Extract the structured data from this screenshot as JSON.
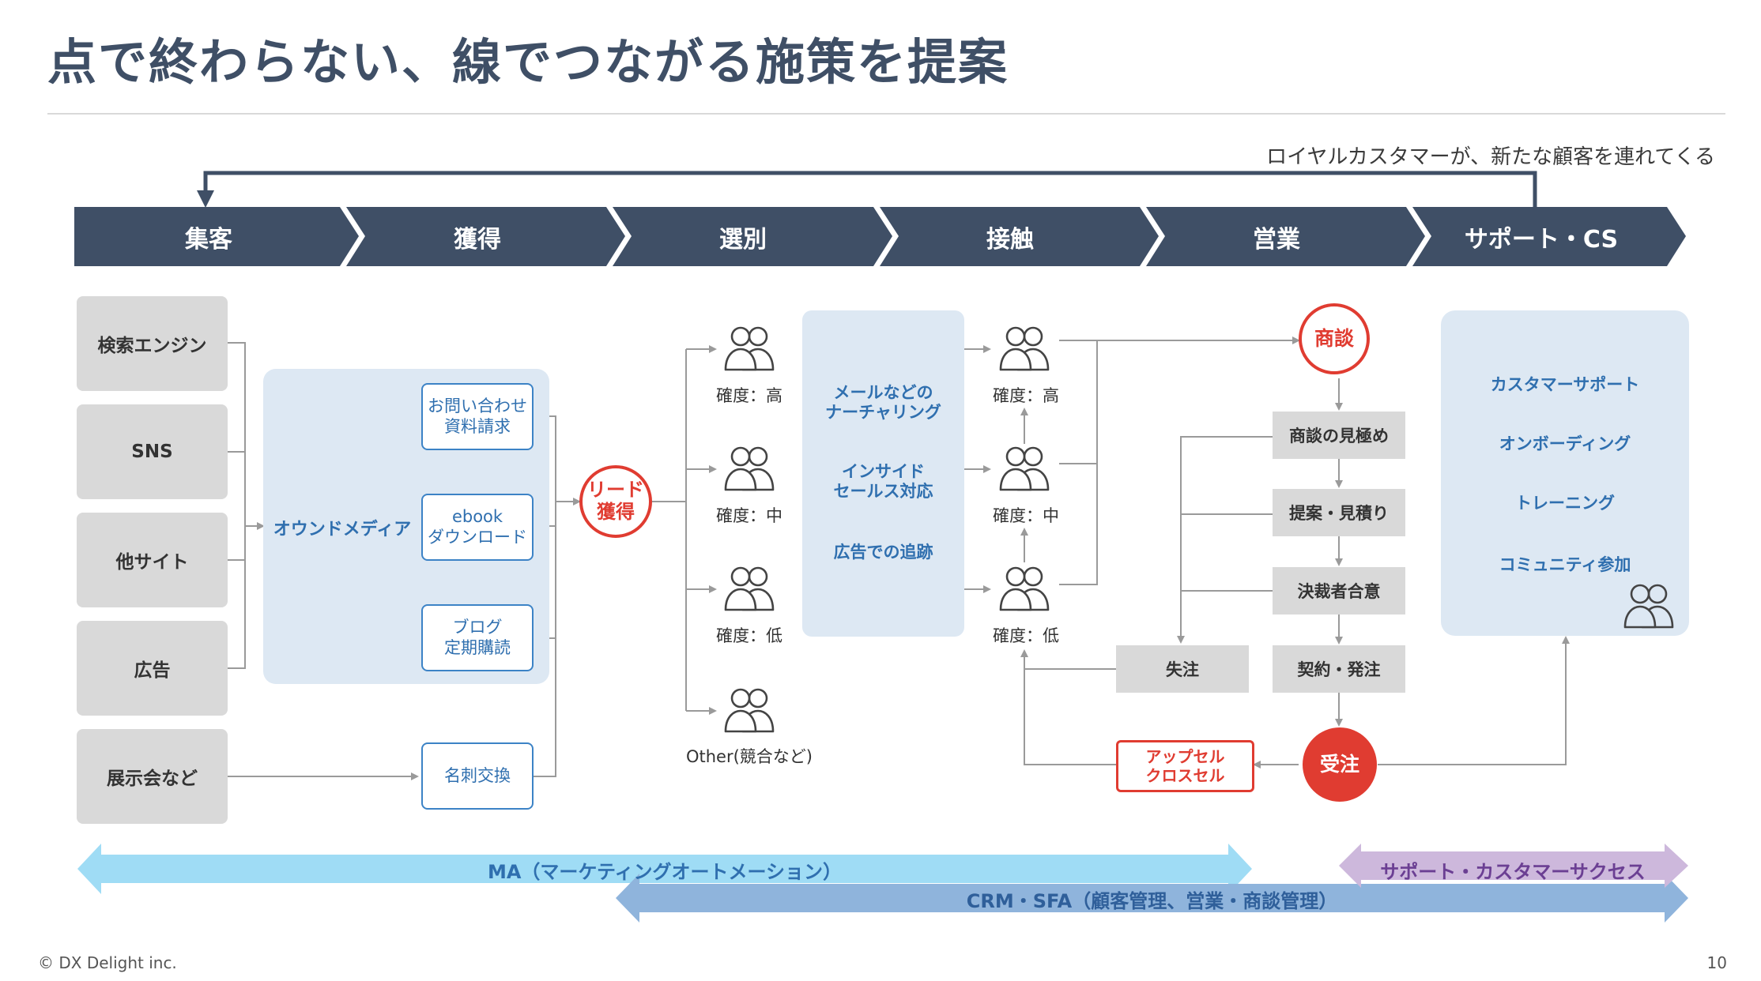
{
  "title": "点で終わらない、線でつながる施策を提案",
  "loop_caption": "ロイヤルカスタマーが、新たな顧客を連れてくる",
  "stages": [
    "集客",
    "獲得",
    "選別",
    "接触",
    "営業",
    "サポート・CS"
  ],
  "sources": [
    "検索エンジン",
    "SNS",
    "他サイト",
    "広告",
    "展示会など"
  ],
  "owned_media": {
    "label": "オウンドメディア",
    "items": [
      "お問い合わせ\n資料請求",
      "ebook\nダウンロード",
      "ブログ\n定期購読"
    ]
  },
  "business_card": "名刺交換",
  "lead": "リード\n獲得",
  "segments": [
    "確度：高",
    "確度：中",
    "確度：低",
    "Other(競合など)"
  ],
  "nurturing": [
    "メールなどの\nナーチャリング",
    "インサイド\nセールス対応",
    "広告での追跡"
  ],
  "contact_segments": [
    "確度：高",
    "確度：中",
    "確度：低"
  ],
  "sales": {
    "deal": "商談",
    "steps": [
      "商談の見極め",
      "提案・見積り",
      "決裁者合意",
      "契約・発注"
    ],
    "lost": "失注",
    "order": "受注",
    "upsell": "アップセル\nクロスセル"
  },
  "support_items": [
    "カスタマーサポート",
    "オンボーディング",
    "トレーニング",
    "コミュニティ参加"
  ],
  "bands": {
    "ma": "MA（マーケティングオートメーション）",
    "crm": "CRM・SFA（顧客管理、営業・商談管理）",
    "support": "サポート・カスタマーサクセス"
  },
  "footer": {
    "copyright": "© DX Delight inc.",
    "page": "10"
  },
  "colors": {
    "stage_bar": "#3f4f66",
    "accent_red": "#e03c31",
    "accent_blue": "#2f6faf",
    "panel": "#dde8f3",
    "gray_box": "#d9d9d9",
    "band_ma": "#9fdcf5",
    "band_crm": "#8fb4dc",
    "band_support": "#cdb8dc"
  },
  "icons": [
    "people-icon"
  ]
}
